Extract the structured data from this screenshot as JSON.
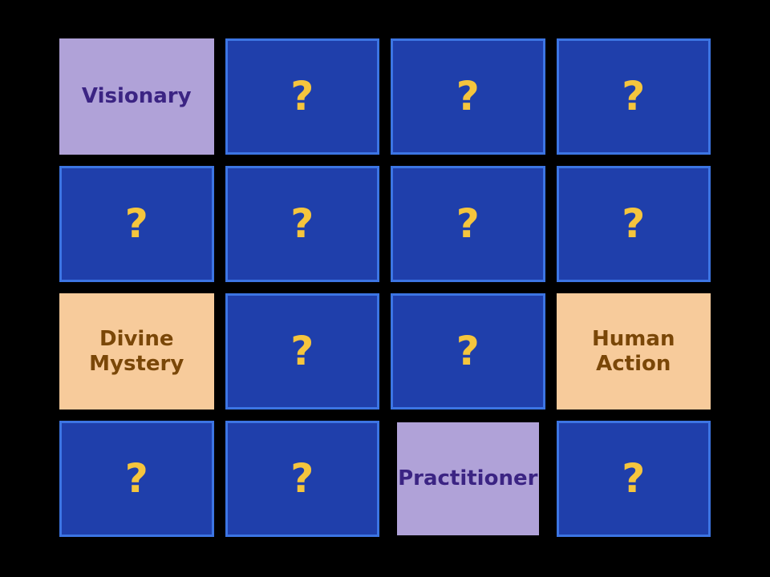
{
  "board": {
    "columns": 4,
    "rows": 4,
    "background_color": "#000000",
    "hidden_glyph": "?",
    "colors": {
      "hidden_fill": "#1f3fab",
      "hidden_border": "#3c75e3",
      "hidden_glyph_color": "#f5c53d",
      "purple_fill": "#b0a2d8",
      "purple_text": "#3b2483",
      "peach_fill": "#f7cb9b",
      "peach_text": "#7a4708"
    },
    "cards": [
      {
        "id": "r1c1",
        "state": "revealed",
        "style": "purple",
        "label": "Visionary"
      },
      {
        "id": "r1c2",
        "state": "hidden",
        "style": "hidden",
        "label": "?"
      },
      {
        "id": "r1c3",
        "state": "hidden",
        "style": "hidden",
        "label": "?"
      },
      {
        "id": "r1c4",
        "state": "hidden",
        "style": "hidden",
        "label": "?"
      },
      {
        "id": "r2c1",
        "state": "hidden",
        "style": "hidden",
        "label": "?"
      },
      {
        "id": "r2c2",
        "state": "hidden",
        "style": "hidden",
        "label": "?"
      },
      {
        "id": "r2c3",
        "state": "hidden",
        "style": "hidden",
        "label": "?"
      },
      {
        "id": "r2c4",
        "state": "hidden",
        "style": "hidden",
        "label": "?"
      },
      {
        "id": "r3c1",
        "state": "revealed",
        "style": "peach",
        "label": "Divine\nMystery"
      },
      {
        "id": "r3c2",
        "state": "hidden",
        "style": "hidden",
        "label": "?"
      },
      {
        "id": "r3c3",
        "state": "hidden",
        "style": "hidden",
        "label": "?"
      },
      {
        "id": "r3c4",
        "state": "revealed",
        "style": "peach",
        "label": "Human\nAction"
      },
      {
        "id": "r4c1",
        "state": "hidden",
        "style": "hidden",
        "label": "?"
      },
      {
        "id": "r4c2",
        "state": "hidden",
        "style": "hidden",
        "label": "?"
      },
      {
        "id": "r4c3",
        "state": "revealed",
        "style": "purple",
        "label": "Practitioner"
      },
      {
        "id": "r4c4",
        "state": "hidden",
        "style": "hidden",
        "label": "?"
      }
    ]
  }
}
